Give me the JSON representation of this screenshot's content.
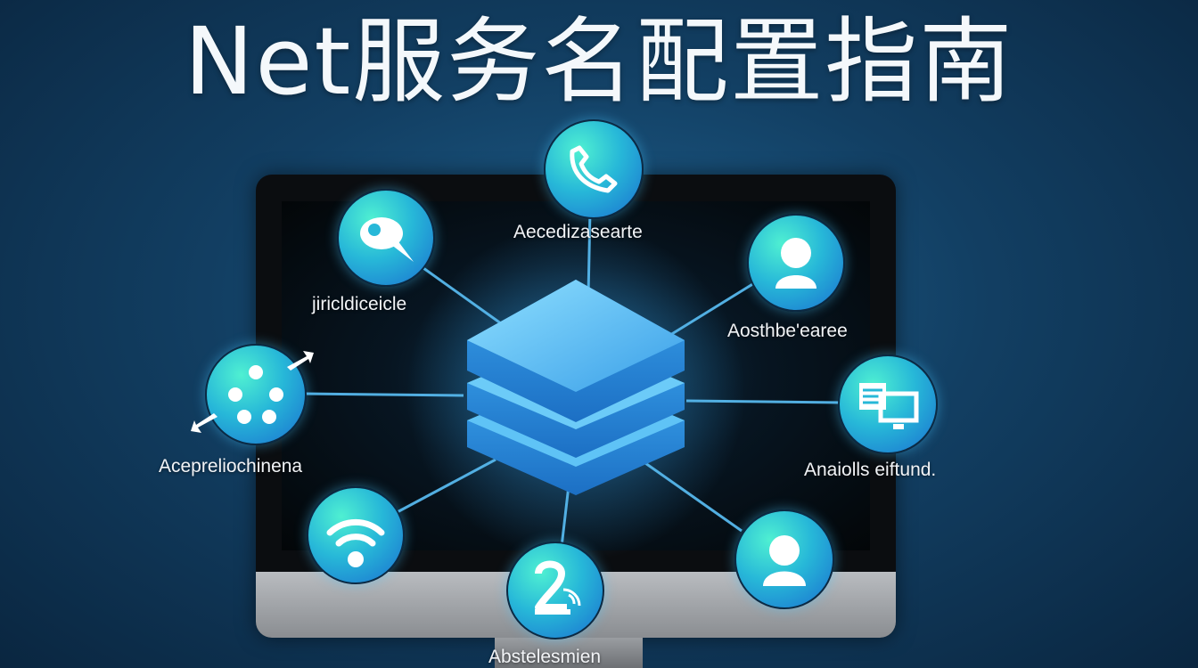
{
  "title": "Net服务名配置指南",
  "labels": {
    "top": "Aecedizasearte",
    "upper_left": "jiricldiceicle",
    "upper_right": "Aosthbe'earee",
    "left": "Acepreliochinena",
    "right": "Anaiolls eiftund.",
    "bottom": "Abstelesmien"
  },
  "icons": {
    "top": "phone-icon",
    "upper_left": "chat-bubble-icon",
    "upper_right": "user-icon",
    "left": "network-dots-icon",
    "right": "computer-icon",
    "lower_left": "wifi-icon",
    "bottom": "touch-icon",
    "lower_right": "user-icon"
  },
  "colors": {
    "background": "#123f63",
    "node_gradient_start": "#4ff0d2",
    "node_gradient_end": "#1a6fd0",
    "hub": "#4fb6f2",
    "link": "#56b7ec"
  }
}
